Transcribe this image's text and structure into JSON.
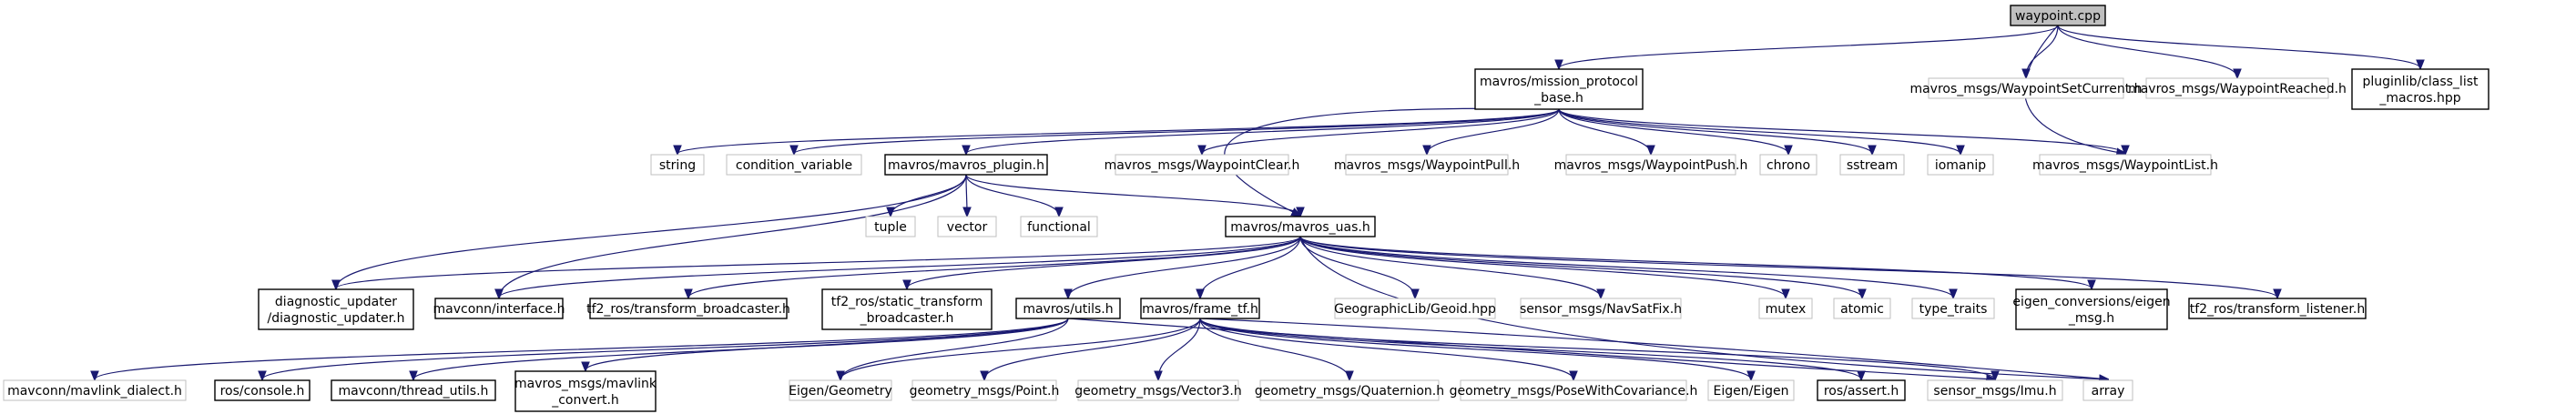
{
  "colors": {
    "edge": "#191970",
    "box_border": "#000000",
    "ghost_border": "#bfbfbf",
    "root_fill": "#bfbfbf",
    "fill": "#ffffff"
  },
  "nodes": {
    "waypoint_cpp": {
      "lines": [
        "waypoint.cpp"
      ]
    },
    "mission_protocol_base": {
      "lines": [
        "mavros/mission_protocol",
        "_base.h"
      ]
    },
    "waypoint_set_current": {
      "lines": [
        "mavros_msgs/WaypointSetCurrent.h"
      ]
    },
    "waypoint_reached": {
      "lines": [
        "mavros_msgs/WaypointReached.h"
      ]
    },
    "class_list_macros": {
      "lines": [
        "pluginlib/class_list",
        "_macros.hpp"
      ]
    },
    "string": {
      "lines": [
        "string"
      ]
    },
    "condition_variable": {
      "lines": [
        "condition_variable"
      ]
    },
    "mavros_plugin": {
      "lines": [
        "mavros/mavros_plugin.h"
      ]
    },
    "waypoint_clear": {
      "lines": [
        "mavros_msgs/WaypointClear.h"
      ]
    },
    "waypoint_pull": {
      "lines": [
        "mavros_msgs/WaypointPull.h"
      ]
    },
    "waypoint_push": {
      "lines": [
        "mavros_msgs/WaypointPush.h"
      ]
    },
    "chrono": {
      "lines": [
        "chrono"
      ]
    },
    "sstream": {
      "lines": [
        "sstream"
      ]
    },
    "iomanip": {
      "lines": [
        "iomanip"
      ]
    },
    "waypoint_list": {
      "lines": [
        "mavros_msgs/WaypointList.h"
      ]
    },
    "tuple": {
      "lines": [
        "tuple"
      ]
    },
    "vector": {
      "lines": [
        "vector"
      ]
    },
    "functional": {
      "lines": [
        "functional"
      ]
    },
    "mavros_uas": {
      "lines": [
        "mavros/mavros_uas.h"
      ]
    },
    "diagnostic_updater": {
      "lines": [
        "diagnostic_updater",
        "/diagnostic_updater.h"
      ]
    },
    "mavconn_interface": {
      "lines": [
        "mavconn/interface.h"
      ]
    },
    "tf2_transform_broadcaster": {
      "lines": [
        "tf2_ros/transform_broadcaster.h"
      ]
    },
    "tf2_static_transform_broadcaster": {
      "lines": [
        "tf2_ros/static_transform",
        "_broadcaster.h"
      ]
    },
    "mavros_utils": {
      "lines": [
        "mavros/utils.h"
      ]
    },
    "mavros_frame_tf": {
      "lines": [
        "mavros/frame_tf.h"
      ]
    },
    "geoid": {
      "lines": [
        "GeographicLib/Geoid.hpp"
      ]
    },
    "navsatfix": {
      "lines": [
        "sensor_msgs/NavSatFix.h"
      ]
    },
    "mutex": {
      "lines": [
        "mutex"
      ]
    },
    "atomic": {
      "lines": [
        "atomic"
      ]
    },
    "type_traits": {
      "lines": [
        "type_traits"
      ]
    },
    "eigen_conversions": {
      "lines": [
        "eigen_conversions/eigen",
        "_msg.h"
      ]
    },
    "tf2_transform_listener": {
      "lines": [
        "tf2_ros/transform_listener.h"
      ]
    },
    "mavlink_dialect": {
      "lines": [
        "mavconn/mavlink_dialect.h"
      ]
    },
    "ros_console": {
      "lines": [
        "ros/console.h"
      ]
    },
    "thread_utils": {
      "lines": [
        "mavconn/thread_utils.h"
      ]
    },
    "mavlink_convert": {
      "lines": [
        "mavros_msgs/mavlink",
        "_convert.h"
      ]
    },
    "eigen_geometry": {
      "lines": [
        "Eigen/Geometry"
      ]
    },
    "geometry_point": {
      "lines": [
        "geometry_msgs/Point.h"
      ]
    },
    "geometry_vector3": {
      "lines": [
        "geometry_msgs/Vector3.h"
      ]
    },
    "geometry_quaternion": {
      "lines": [
        "geometry_msgs/Quaternion.h"
      ]
    },
    "pose_with_covariance": {
      "lines": [
        "geometry_msgs/PoseWithCovariance.h"
      ]
    },
    "eigen_eigen": {
      "lines": [
        "Eigen/Eigen"
      ]
    },
    "ros_assert": {
      "lines": [
        "ros/assert.h"
      ]
    },
    "sensor_imu": {
      "lines": [
        "sensor_msgs/Imu.h"
      ]
    },
    "array": {
      "lines": [
        "array"
      ]
    }
  }
}
